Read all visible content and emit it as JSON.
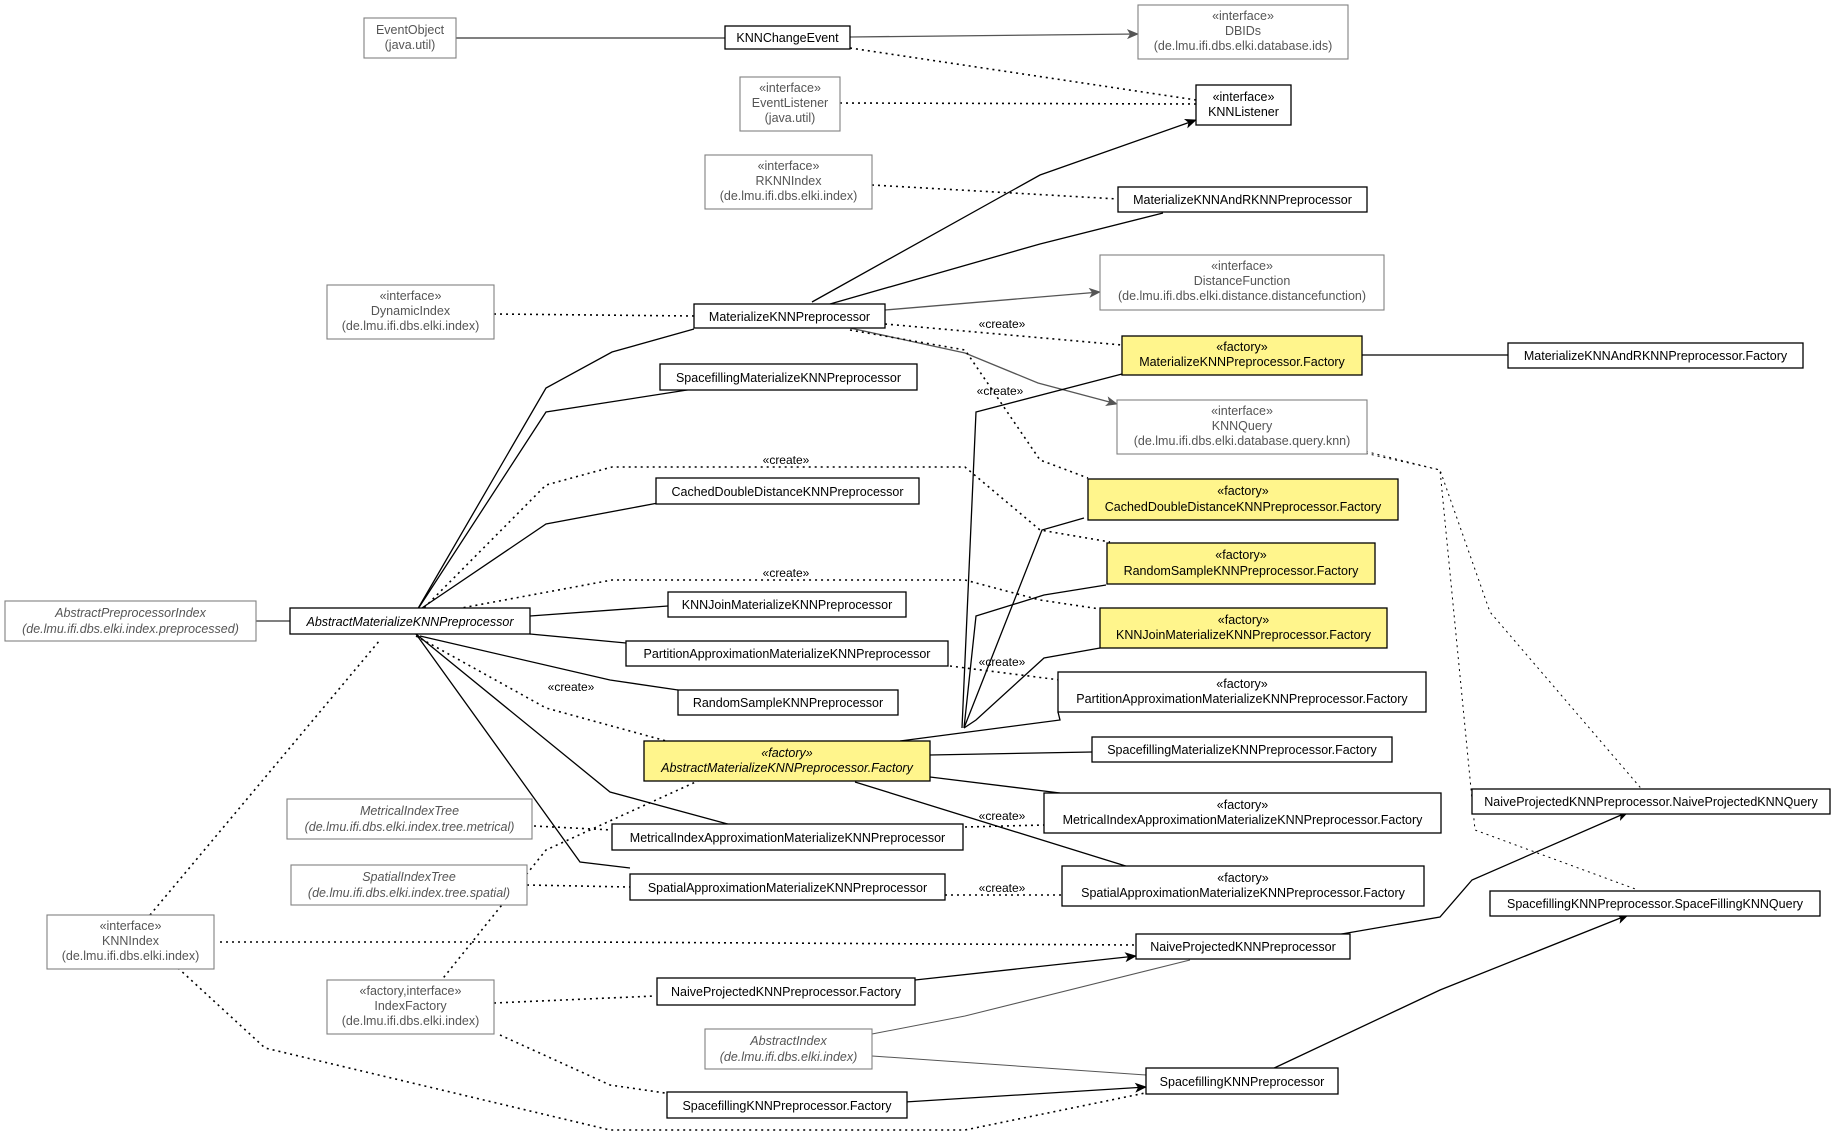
{
  "nodes": {
    "EventObject": {
      "stereo": "",
      "name": "EventObject",
      "pkg": "(java.util)"
    },
    "KNNChangeEvent": {
      "stereo": "",
      "name": "KNNChangeEvent",
      "pkg": ""
    },
    "DBIDs": {
      "stereo": "«interface»",
      "name": "DBIDs",
      "pkg": "(de.lmu.ifi.dbs.elki.database.ids)"
    },
    "EventListener": {
      "stereo": "«interface»",
      "name": "EventListener",
      "pkg": "(java.util)"
    },
    "KNNListener": {
      "stereo": "«interface»",
      "name": "KNNListener",
      "pkg": ""
    },
    "RKNNIndex": {
      "stereo": "«interface»",
      "name": "RKNNIndex",
      "pkg": "(de.lmu.ifi.dbs.elki.index)"
    },
    "MaterializeKNNAndRKNNPreprocessor": {
      "stereo": "",
      "name": "MaterializeKNNAndRKNNPreprocessor",
      "pkg": ""
    },
    "DistanceFunction": {
      "stereo": "«interface»",
      "name": "DistanceFunction",
      "pkg": "(de.lmu.ifi.dbs.elki.distance.distancefunction)"
    },
    "DynamicIndex": {
      "stereo": "«interface»",
      "name": "DynamicIndex",
      "pkg": "(de.lmu.ifi.dbs.elki.index)"
    },
    "MaterializeKNNPreprocessor": {
      "stereo": "",
      "name": "MaterializeKNNPreprocessor",
      "pkg": ""
    },
    "MaterializeKNNPreprocessorFactory": {
      "stereo": "«factory»",
      "name": "MaterializeKNNPreprocessor.Factory",
      "pkg": ""
    },
    "MaterializeKNNAndRKNNPreprocessorFactory": {
      "stereo": "",
      "name": "MaterializeKNNAndRKNNPreprocessor.Factory",
      "pkg": ""
    },
    "SpacefillingMaterializeKNNPreprocessor": {
      "stereo": "",
      "name": "SpacefillingMaterializeKNNPreprocessor",
      "pkg": ""
    },
    "KNNQuery": {
      "stereo": "«interface»",
      "name": "KNNQuery",
      "pkg": "(de.lmu.ifi.dbs.elki.database.query.knn)"
    },
    "CachedDoubleDistanceKNNPreprocessor": {
      "stereo": "",
      "name": "CachedDoubleDistanceKNNPreprocessor",
      "pkg": ""
    },
    "CachedDoubleDistanceKNNPreprocessorFactory": {
      "stereo": "«factory»",
      "name": "CachedDoubleDistanceKNNPreprocessor.Factory",
      "pkg": ""
    },
    "RandomSampleKNNPreprocessorFactory": {
      "stereo": "«factory»",
      "name": "RandomSampleKNNPreprocessor.Factory",
      "pkg": ""
    },
    "AbstractPreprocessorIndex": {
      "stereo": "",
      "name": "AbstractPreprocessorIndex",
      "pkg": "(de.lmu.ifi.dbs.elki.index.preprocessed)"
    },
    "AbstractMaterializeKNNPreprocessor": {
      "stereo": "",
      "name": "AbstractMaterializeKNNPreprocessor",
      "pkg": ""
    },
    "KNNJoinMaterializeKNNPreprocessor": {
      "stereo": "",
      "name": "KNNJoinMaterializeKNNPreprocessor",
      "pkg": ""
    },
    "KNNJoinMaterializeKNNPreprocessorFactory": {
      "stereo": "«factory»",
      "name": "KNNJoinMaterializeKNNPreprocessor.Factory",
      "pkg": ""
    },
    "PartitionApproximationMaterializeKNNPreprocessor": {
      "stereo": "",
      "name": "PartitionApproximationMaterializeKNNPreprocessor",
      "pkg": ""
    },
    "PartitionApproximationMaterializeKNNPreprocessorFactory": {
      "stereo": "«factory»",
      "name": "PartitionApproximationMaterializeKNNPreprocessor.Factory",
      "pkg": ""
    },
    "RandomSampleKNNPreprocessor": {
      "stereo": "",
      "name": "RandomSampleKNNPreprocessor",
      "pkg": ""
    },
    "AbstractMaterializeKNNPreprocessorFactory": {
      "stereo": "«factory»",
      "name": "AbstractMaterializeKNNPreprocessor.Factory",
      "pkg": ""
    },
    "SpacefillingMaterializeKNNPreprocessorFactory": {
      "stereo": "",
      "name": "SpacefillingMaterializeKNNPreprocessor.Factory",
      "pkg": ""
    },
    "MetricalIndexTree": {
      "stereo": "",
      "name": "MetricalIndexTree",
      "pkg": "(de.lmu.ifi.dbs.elki.index.tree.metrical)"
    },
    "MetricalIndexApproximationMaterializeKNNPreprocessor": {
      "stereo": "",
      "name": "MetricalIndexApproximationMaterializeKNNPreprocessor",
      "pkg": ""
    },
    "MetricalIndexApproximationMaterializeKNNPreprocessorFactory": {
      "stereo": "«factory»",
      "name": "MetricalIndexApproximationMaterializeKNNPreprocessor.Factory",
      "pkg": ""
    },
    "NaiveProjectedKNNQuery": {
      "stereo": "",
      "name": "NaiveProjectedKNNPreprocessor.NaiveProjectedKNNQuery",
      "pkg": ""
    },
    "SpatialIndexTree": {
      "stereo": "",
      "name": "SpatialIndexTree",
      "pkg": "(de.lmu.ifi.dbs.elki.index.tree.spatial)"
    },
    "SpatialApproximationMaterializeKNNPreprocessor": {
      "stereo": "",
      "name": "SpatialApproximationMaterializeKNNPreprocessor",
      "pkg": ""
    },
    "SpatialApproximationMaterializeKNNPreprocessorFactory": {
      "stereo": "«factory»",
      "name": "SpatialApproximationMaterializeKNNPreprocessor.Factory",
      "pkg": ""
    },
    "SpaceFillingKNNQuery": {
      "stereo": "",
      "name": "SpacefillingKNNPreprocessor.SpaceFillingKNNQuery",
      "pkg": ""
    },
    "KNNIndex": {
      "stereo": "«interface»",
      "name": "KNNIndex",
      "pkg": "(de.lmu.ifi.dbs.elki.index)"
    },
    "NaiveProjectedKNNPreprocessor": {
      "stereo": "",
      "name": "NaiveProjectedKNNPreprocessor",
      "pkg": ""
    },
    "IndexFactory": {
      "stereo": "«factory,interface»",
      "name": "IndexFactory",
      "pkg": "(de.lmu.ifi.dbs.elki.index)"
    },
    "NaiveProjectedKNNPreprocessorFactory": {
      "stereo": "",
      "name": "NaiveProjectedKNNPreprocessor.Factory",
      "pkg": ""
    },
    "AbstractIndex": {
      "stereo": "",
      "name": "AbstractIndex",
      "pkg": "(de.lmu.ifi.dbs.elki.index)"
    },
    "SpacefillingKNNPreprocessor": {
      "stereo": "",
      "name": "SpacefillingKNNPreprocessor",
      "pkg": ""
    },
    "SpacefillingKNNPreprocessorFactory": {
      "stereo": "",
      "name": "SpacefillingKNNPreprocessor.Factory",
      "pkg": ""
    }
  },
  "labels": {
    "create": "«create»"
  }
}
